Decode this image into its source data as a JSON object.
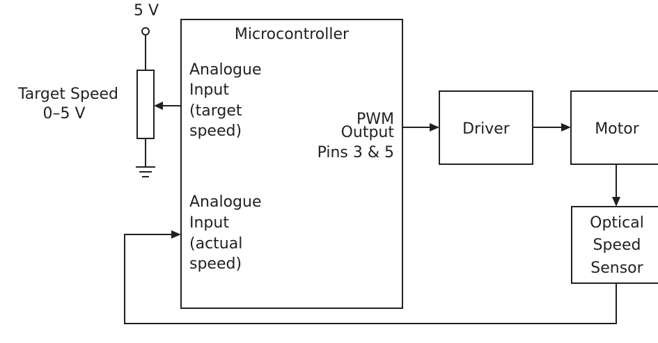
{
  "supply": {
    "label": "5 V"
  },
  "target_speed": {
    "line1": "Target Speed",
    "line2": "0–5 V"
  },
  "microcontroller": {
    "title": "Microcontroller",
    "input_target": [
      "Analogue",
      "Input",
      "(target",
      "speed)"
    ],
    "output": [
      "PWM",
      "Output",
      "Pins 3 & 5"
    ],
    "input_actual": [
      "Analogue",
      "Input",
      "(actual",
      "speed)"
    ]
  },
  "driver": {
    "label": "Driver"
  },
  "motor": {
    "label": "Motor"
  },
  "sensor": {
    "lines": [
      "Optical",
      "Speed",
      "Sensor"
    ]
  }
}
